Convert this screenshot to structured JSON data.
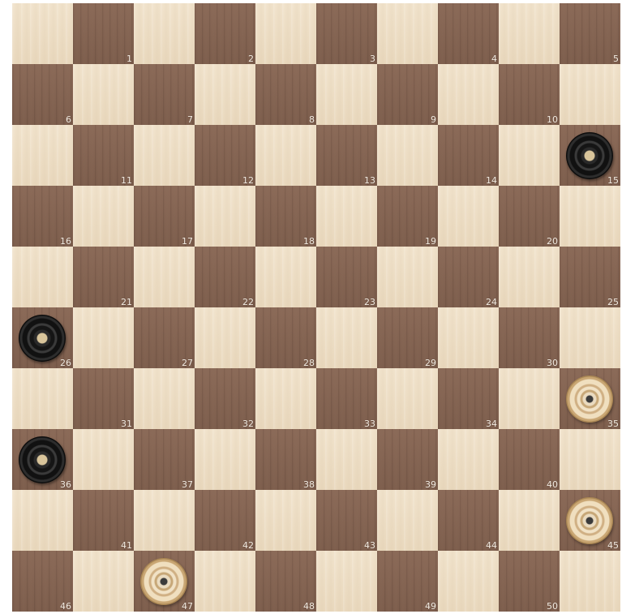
{
  "board": {
    "size": 10,
    "square_numbers": [
      "1",
      "2",
      "3",
      "4",
      "5",
      "6",
      "7",
      "8",
      "9",
      "10",
      "11",
      "12",
      "13",
      "14",
      "15",
      "16",
      "17",
      "18",
      "19",
      "20",
      "21",
      "22",
      "23",
      "24",
      "25",
      "26",
      "27",
      "28",
      "29",
      "30",
      "31",
      "32",
      "33",
      "34",
      "35",
      "36",
      "37",
      "38",
      "39",
      "40",
      "41",
      "42",
      "43",
      "44",
      "45",
      "46",
      "47",
      "48",
      "49",
      "50"
    ],
    "pieces": [
      {
        "square": 15,
        "color": "black"
      },
      {
        "square": 26,
        "color": "black"
      },
      {
        "square": 36,
        "color": "black"
      },
      {
        "square": 35,
        "color": "white"
      },
      {
        "square": 45,
        "color": "white"
      },
      {
        "square": 47,
        "color": "white"
      }
    ]
  },
  "colors": {
    "light_square": "#efe0c8",
    "dark_square": "#84624f",
    "black_piece": "#111111",
    "white_piece": "#ead9b8"
  }
}
